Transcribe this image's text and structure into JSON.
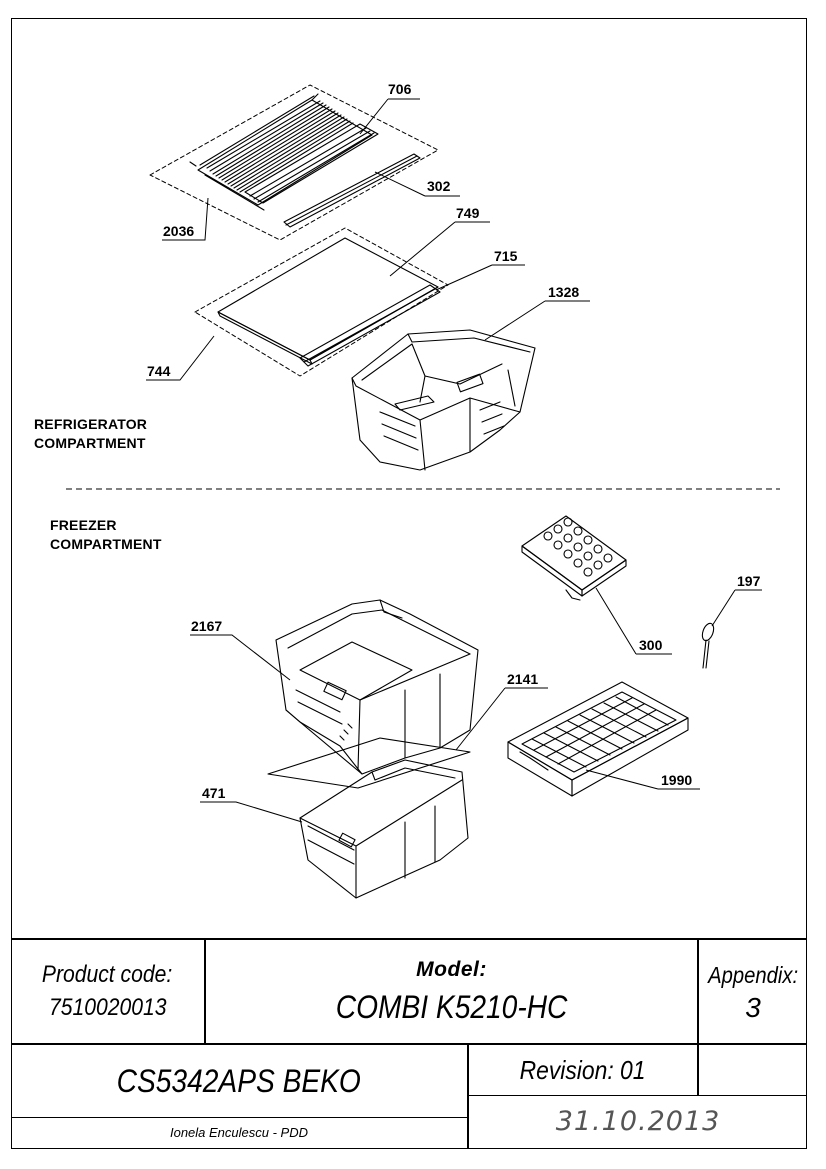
{
  "callouts": {
    "c706": "706",
    "c302": "302",
    "c2036": "2036",
    "c749": "749",
    "c715": "715",
    "c1328": "1328",
    "c744": "744",
    "c197": "197",
    "c300": "300",
    "c2167": "2167",
    "c2141": "2141",
    "c1990": "1990",
    "c471": "471"
  },
  "sections": {
    "refrigerator_line1": "REFRIGERATOR",
    "refrigerator_line2": "COMPARTMENT",
    "freezer_line1": "FREEZER",
    "freezer_line2": "COMPARTMENT"
  },
  "title_block": {
    "product_code_label": "Product code:",
    "product_code_value": "7510020013",
    "model_label": "Model:",
    "model_value": "COMBI K5210-HC",
    "appendix_label": "Appendix:",
    "appendix_value": "3",
    "product_name": "CS5342APS BEKO",
    "revision": "Revision: 01",
    "author": "Ionela Enculescu - PDD",
    "date": "31.10.2013"
  }
}
